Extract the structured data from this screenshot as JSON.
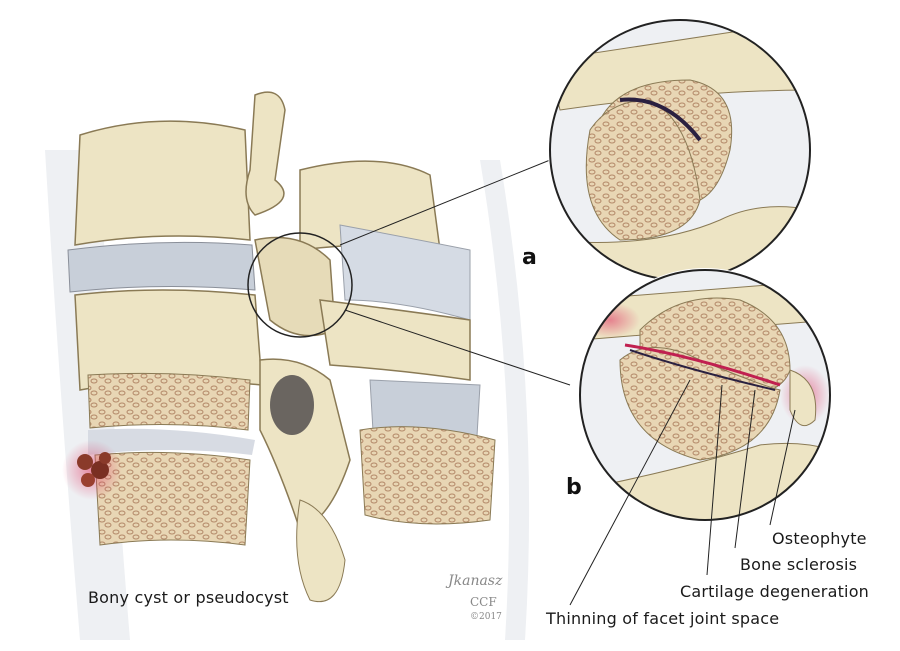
{
  "panels": {
    "a": "a",
    "b": "b"
  },
  "labels": {
    "osteophyte": "Osteophyte",
    "bone_sclerosis": "Bone sclerosis",
    "cartilage_degeneration": "Cartilage degeneration",
    "thinning": "Thinning of facet joint space",
    "bony_cyst": "Bony cyst or pseudocyst"
  },
  "signature": {
    "name": "Jkanasz",
    "org": "CCF",
    "year": "©2017"
  },
  "colors": {
    "bone": "#ede4c4",
    "bone_dark": "#c9b98a",
    "disc": "#c8cfd9",
    "inflammation": "#d94a6a",
    "cyst": "#8a3a2a"
  }
}
